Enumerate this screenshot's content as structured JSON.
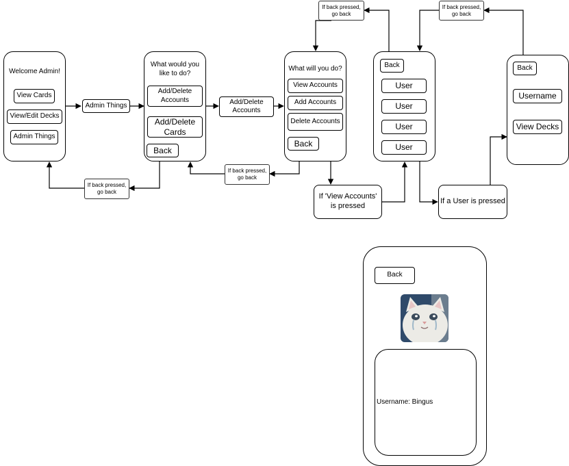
{
  "screens": {
    "welcome": {
      "title": "Welcome Admin!",
      "buttons": [
        "View Cards",
        "View/Edit Decks",
        "Admin Things"
      ]
    },
    "admin": {
      "title": "What would you like to do?",
      "buttons": [
        "Add/Delete Accounts",
        "Add/Delete Cards",
        "Back"
      ]
    },
    "accounts": {
      "title": "What will you do?",
      "buttons": [
        "View Accounts",
        "Add Accounts",
        "Delete Accounts",
        "Back"
      ]
    },
    "user_list": {
      "back": "Back",
      "users": [
        "User",
        "User",
        "User",
        "User"
      ]
    },
    "user_detail": {
      "back": "Back",
      "username": "Username",
      "view_decks": "View Decks"
    },
    "profile": {
      "back": "Back",
      "username_text": "Username: Bingus"
    }
  },
  "transitions": {
    "admin_things": "Admin Things",
    "add_delete_accounts": "Add/Delete Accounts",
    "if_view_accounts": "If 'View Accounts' is pressed",
    "if_user_pressed": "If a User is pressed",
    "back_note": "If back pressed, go back"
  },
  "colors": {
    "stroke": "#000000",
    "background": "#ffffff"
  }
}
